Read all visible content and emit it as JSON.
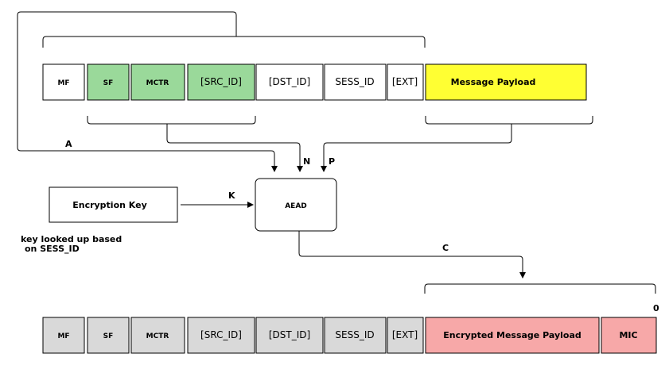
{
  "top_row": {
    "cells": [
      {
        "text": "MF",
        "fill": "#ffffff"
      },
      {
        "text": "SF",
        "fill": "#9ad99a"
      },
      {
        "text": "MCTR",
        "fill": "#9ad99a"
      },
      {
        "text": "[SRC_ID]",
        "fill": "#9ad99a"
      },
      {
        "text": "[DST_ID]",
        "fill": "#ffffff"
      },
      {
        "text": "SESS_ID",
        "fill": "#ffffff"
      },
      {
        "text": "[EXT]",
        "fill": "#ffffff"
      },
      {
        "text": "Message Payload",
        "fill": "#ffff33"
      }
    ]
  },
  "bottom_row": {
    "cells": [
      {
        "text": "MF",
        "fill": "#d9d9d9"
      },
      {
        "text": "SF",
        "fill": "#d9d9d9"
      },
      {
        "text": "MCTR",
        "fill": "#d9d9d9"
      },
      {
        "text": "[SRC_ID]",
        "fill": "#d9d9d9"
      },
      {
        "text": "[DST_ID]",
        "fill": "#d9d9d9"
      },
      {
        "text": "SESS_ID",
        "fill": "#d9d9d9"
      },
      {
        "text": "[EXT]",
        "fill": "#d9d9d9"
      },
      {
        "text": "Encrypted Message Payload",
        "fill": "#f7a8a8"
      },
      {
        "text": "MIC",
        "fill": "#f7a8a8"
      }
    ]
  },
  "aead": {
    "text": "AEAD"
  },
  "encryption_key": {
    "text": "Encryption Key"
  },
  "key_note": {
    "line1": "key looked up based",
    "line2": "on SESS_ID"
  },
  "labels": {
    "a": "A",
    "n": "N",
    "p": "P",
    "k": "K",
    "c": "C",
    "zero": "0"
  }
}
